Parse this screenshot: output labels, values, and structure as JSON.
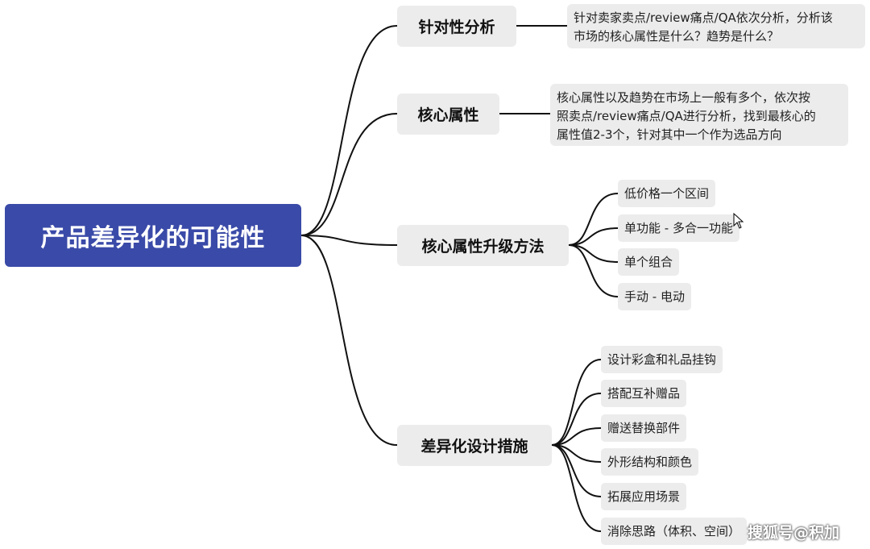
{
  "root": {
    "label": "产品差异化的可能性"
  },
  "branches": [
    {
      "label": "针对性分析",
      "description": [
        "针对卖家卖点/review痛点/QA依次分析，分析该",
        "市场的核心属性是什么？趋势是什么？"
      ]
    },
    {
      "label": "核心属性",
      "description": [
        "核心属性以及趋势在市场上一般有多个，依次按",
        "照卖点/review痛点/QA进行分析，找到最核心的",
        "属性值2-3个，针对其中一个作为选品方向"
      ]
    },
    {
      "label": "核心属性升级方法",
      "children": [
        "低价格一个区间",
        "单功能 - 多合一功能",
        "单个组合",
        "手动 - 电动"
      ]
    },
    {
      "label": "差异化设计措施",
      "children": [
        "设计彩盒和礼品挂钩",
        "搭配互补赠品",
        "赠送替换部件",
        "外形结构和颜色",
        "拓展应用场景",
        "消除思路（体积、空间）"
      ]
    }
  ],
  "watermark": "搜狐号@积加",
  "colors": {
    "root_bg": "#3a4aa8",
    "node_bg": "#ececec",
    "connector": "#111111"
  },
  "icons": {
    "cursor": "mouse-pointer-icon"
  }
}
